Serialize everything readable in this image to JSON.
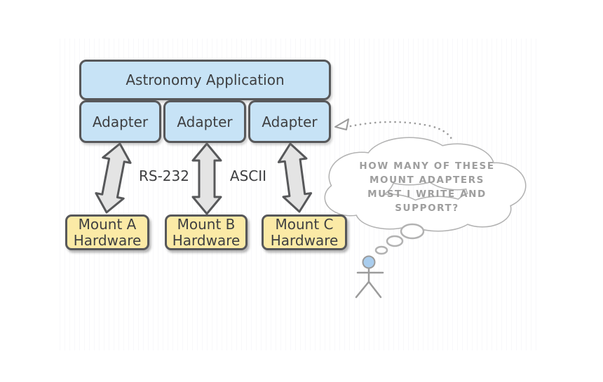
{
  "diagram": {
    "app_box": {
      "label": "Astronomy Application"
    },
    "adapters": [
      {
        "label": "Adapter"
      },
      {
        "label": "Adapter"
      },
      {
        "label": "Adapter"
      }
    ],
    "mounts": [
      {
        "line1": "Mount A",
        "line2": "Hardware"
      },
      {
        "line1": "Mount B",
        "line2": "Hardware"
      },
      {
        "line1": "Mount C",
        "line2": "Hardware"
      }
    ],
    "protocol_labels": [
      {
        "text": "RS-232"
      },
      {
        "text": "ASCII"
      }
    ],
    "thought_bubble": {
      "lines": [
        "HOW MANY OF THESE",
        "MOUNT ADAPTERS",
        "MUST I WRITE AND",
        "SUPPORT?"
      ]
    },
    "colors": {
      "box_blue": "#c7e3f6",
      "box_yellow": "#fbeaa6",
      "box_border": "#57585a",
      "text_dark": "#3e3f41",
      "arrow_fill": "#e4e4e4",
      "arrow_stroke": "#57585a",
      "cloud_stroke": "#b2b2b2",
      "thought_text": "#9e9e9e",
      "figure_stroke": "#9b9b9b",
      "figure_head_fill": "#a9cdee",
      "connector_dot": "#9b9b9b"
    }
  }
}
